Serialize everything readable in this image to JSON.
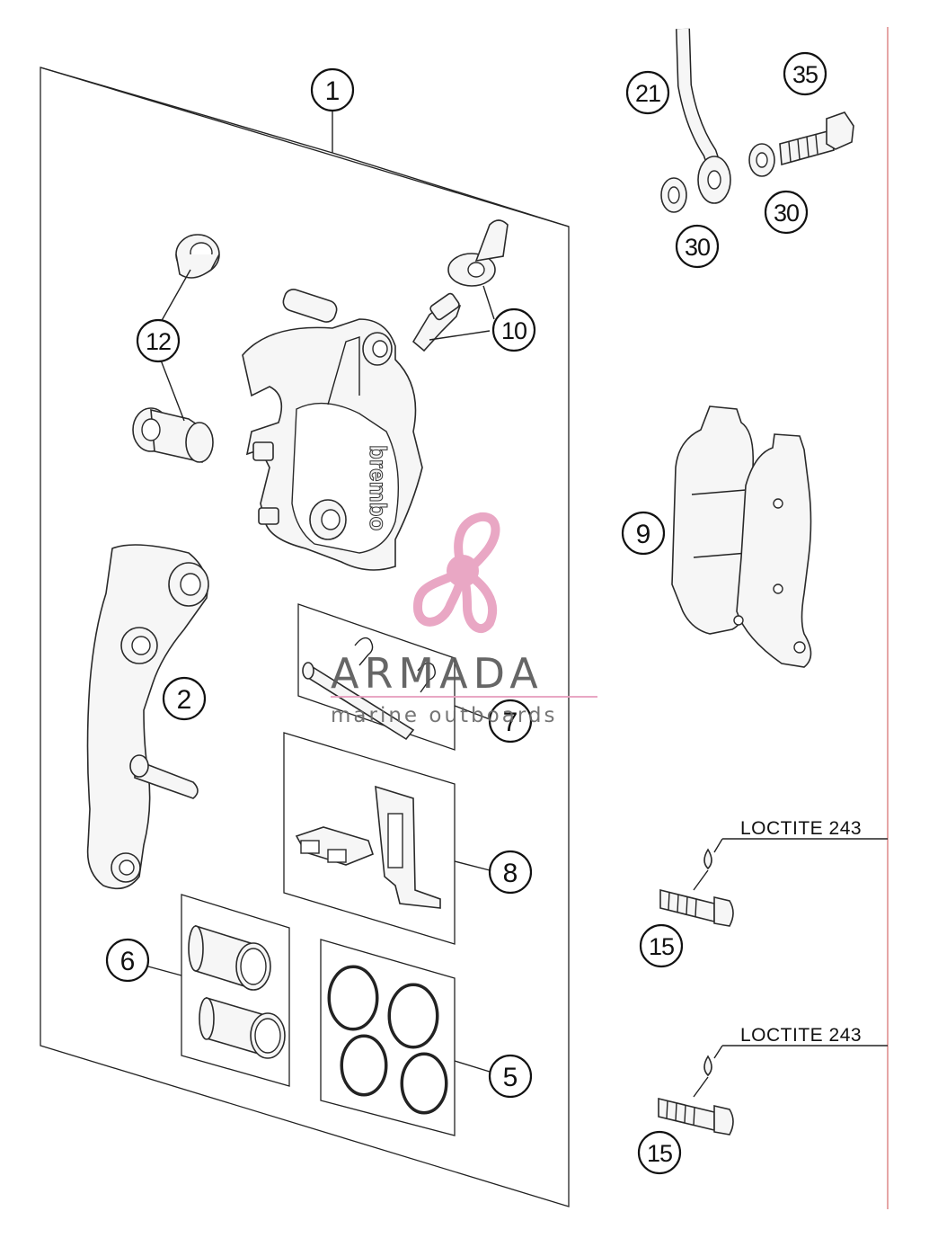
{
  "callouts": [
    {
      "id": "1",
      "label": "1"
    },
    {
      "id": "2",
      "label": "2"
    },
    {
      "id": "5",
      "label": "5"
    },
    {
      "id": "6",
      "label": "6"
    },
    {
      "id": "7",
      "label": "7"
    },
    {
      "id": "8",
      "label": "8"
    },
    {
      "id": "9",
      "label": "9"
    },
    {
      "id": "10",
      "label": "10"
    },
    {
      "id": "12",
      "label": "12"
    },
    {
      "id": "15a",
      "label": "15"
    },
    {
      "id": "15b",
      "label": "15"
    },
    {
      "id": "21",
      "label": "21"
    },
    {
      "id": "30a",
      "label": "30"
    },
    {
      "id": "30b",
      "label": "30"
    },
    {
      "id": "35",
      "label": "35"
    }
  ],
  "notes": {
    "loctite_top": "LOCTITE 243",
    "loctite_bottom": "LOCTITE 243"
  },
  "caliper_brand": "brembo",
  "watermark": {
    "brand": "ARMADA",
    "tagline": "marine outboards",
    "logo_icon": "propeller-logo-icon",
    "color": "#e8a0c0"
  }
}
